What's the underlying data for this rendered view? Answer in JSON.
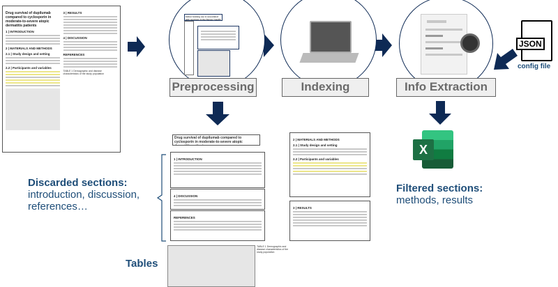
{
  "paper": {
    "title": "Drug survival of dupilumab compared to cyclosporin in moderate-to-severe atopic dermatitis patients",
    "intro": "1 | INTRODUCTION",
    "methods": "2 | MATERIALS AND METHODS",
    "study_design": "2.1 | Study design and setting",
    "participants": "2.2 | Participants and variables",
    "results": "3 | RESULTS",
    "discussion": "4 | DISCUSSION",
    "references": "REFERENCES",
    "table_caption": "TABLE 1 Demographic and disease characteristics of the study population"
  },
  "preprocessing_icon_title": "Indoor tanning use is associated with psoriasis in the Nurses' Health Study II",
  "stages": {
    "preprocessing": "Preprocessing",
    "indexing": "Indexing",
    "info_extraction": "Info Extraction"
  },
  "config": {
    "json_label": "JSON",
    "caption": "config file"
  },
  "discarded": {
    "title": "Discarded sections:",
    "line1": "introduction, discussion,",
    "line2": "references…"
  },
  "filtered": {
    "title": "Filtered sections:",
    "line1": "methods, results"
  },
  "tables_label": "Tables",
  "excel_letter": "X",
  "colors": {
    "arrow": "#0e2a55",
    "text_blue": "#1f4e79",
    "excel_green": "#1d7044"
  }
}
